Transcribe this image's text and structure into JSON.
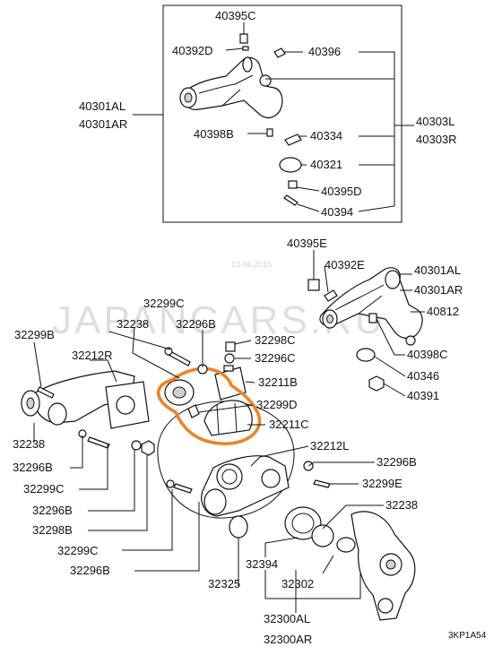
{
  "watermark": "JAPANCARS.RU",
  "watermark_date": "13.08.2015",
  "diagram_code": "3KP1A54",
  "highlight_color": "#f0821e",
  "labels": {
    "p40395C": "40395C",
    "p40392D": "40392D",
    "p40396": "40396",
    "p40301AL": "40301AL",
    "p40301AR": "40301AR",
    "p40303L": "40303L",
    "p40303R": "40303R",
    "p40398B": "40398B",
    "p40334": "40334",
    "p40321": "40321",
    "p40395D": "40395D",
    "p40394": "40394",
    "p40395E": "40395E",
    "p40392E": "40392E",
    "p40301AL_2": "40301AL",
    "p40301AR_2": "40301AR",
    "p40812": "40812",
    "p40398C": "40398C",
    "p40346": "40346",
    "p40391": "40391",
    "p32299C_top": "32299C",
    "p32238_top": "32238",
    "p32296B_top": "32296B",
    "p32299B": "32299B",
    "p32298C": "32298C",
    "p32296C": "32296C",
    "p32212R": "32212R",
    "p32211B": "32211B",
    "p32299D": "32299D",
    "p32211C": "32211C",
    "p32238_left": "32238",
    "p32212L": "32212L",
    "p32296B_left1": "32296B",
    "p32299C_left1": "32299C",
    "p32296B_left2": "32296B",
    "p32298B": "32298B",
    "p32299C_left2": "32299C",
    "p32296B_left3": "32296B",
    "p32296B_right": "32296B",
    "p32299E": "32299E",
    "p32238_right": "32238",
    "p32394": "32394",
    "p32325": "32325",
    "p32302": "32302",
    "p32300AL": "32300AL",
    "p32300AR": "32300AR"
  }
}
